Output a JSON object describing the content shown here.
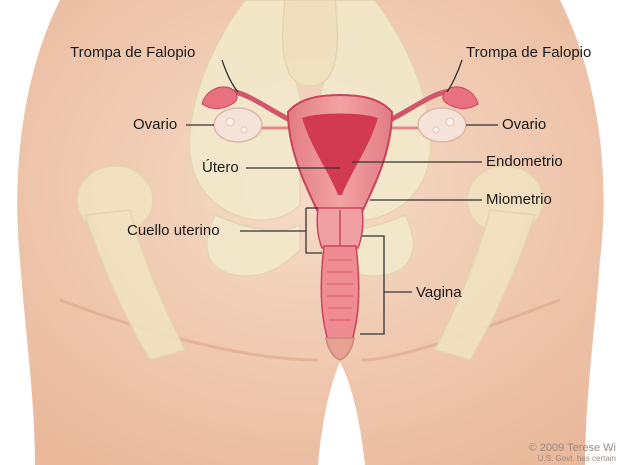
{
  "labels": {
    "fallopian_tube_left": "Trompa de Falopio",
    "fallopian_tube_right": "Trompa de Falopio",
    "ovary_left": "Ovario",
    "ovary_right": "Ovario",
    "uterus": "Útero",
    "endometrium": "Endometrio",
    "myometrium": "Miometrio",
    "cervix": "Cuello uterino",
    "vagina": "Vagina"
  },
  "credit": {
    "line1": "© 2009 Terese Wi",
    "line2": "U.S. Govt. has certain"
  },
  "colors": {
    "skin": "#f1cdb4",
    "bone": "#f3ebcd",
    "uterus": "#e7848a",
    "uterus_dark": "#c8435b",
    "endometrium": "#d23a52",
    "ovary": "#f5e2d8",
    "leader": "#333333"
  }
}
